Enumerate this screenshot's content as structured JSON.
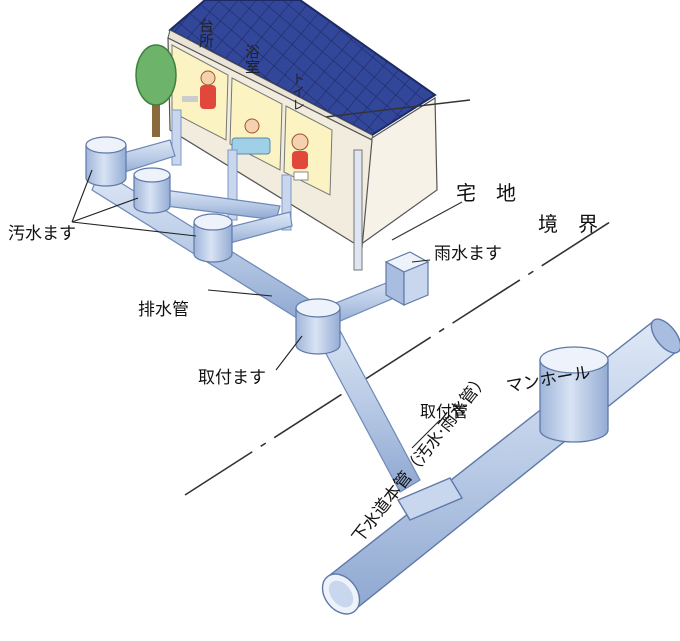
{
  "labels": {
    "kitchen": "台所",
    "bath": "浴室",
    "toilet": "トイレ",
    "residential_land": "宅　地",
    "boundary": "境　界",
    "sewage_basin": "汚水ます",
    "rain_basin": "雨水ます",
    "drain_pipe": "排水管",
    "connection_basin": "取付ます",
    "connection_pipe": "取付管",
    "manhole": "マンホール",
    "main_sewer": "下水道本管（汚水·雨水管）"
  },
  "colors": {
    "pipe": "#b9cbe6",
    "pipe_shade": "#8da6cf",
    "roof": "#2e3f8f",
    "wall": "#f3efe4",
    "room_light": "#fbf4c2",
    "ground_line": "#333333"
  }
}
